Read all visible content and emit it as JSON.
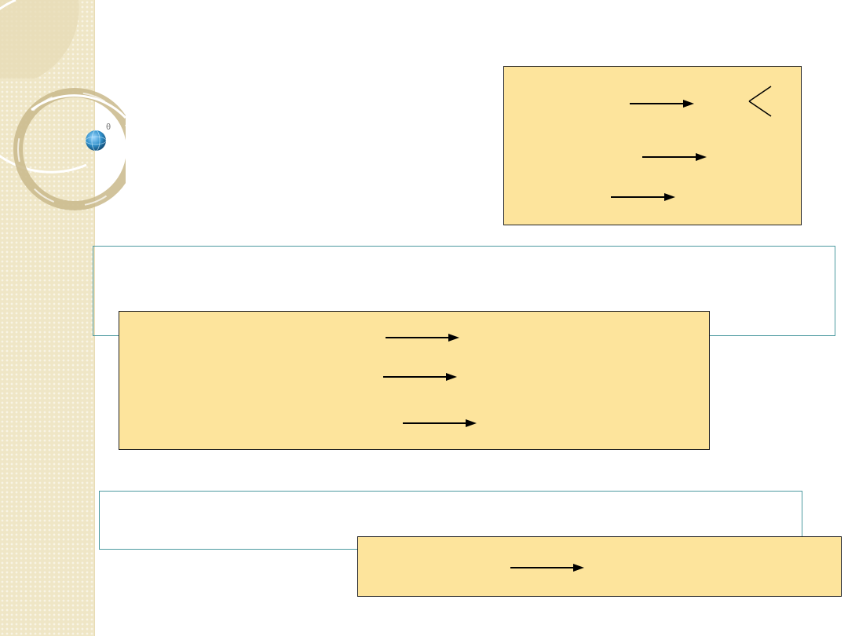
{
  "slide": {
    "accent_colors": {
      "strip": "#efe6c6",
      "box_fill": "#fde49c",
      "outline": "#4c9aa0",
      "globe": "#2f8fc9"
    },
    "bullet_symbol": "θ",
    "top_right_box": {
      "rows": 3,
      "has_branch_symbol": true
    },
    "middle_outline_box": {},
    "middle_yellow_box": {
      "rows": 3
    },
    "bottom_outline_box": {},
    "bottom_yellow_box": {
      "rows": 1
    }
  }
}
